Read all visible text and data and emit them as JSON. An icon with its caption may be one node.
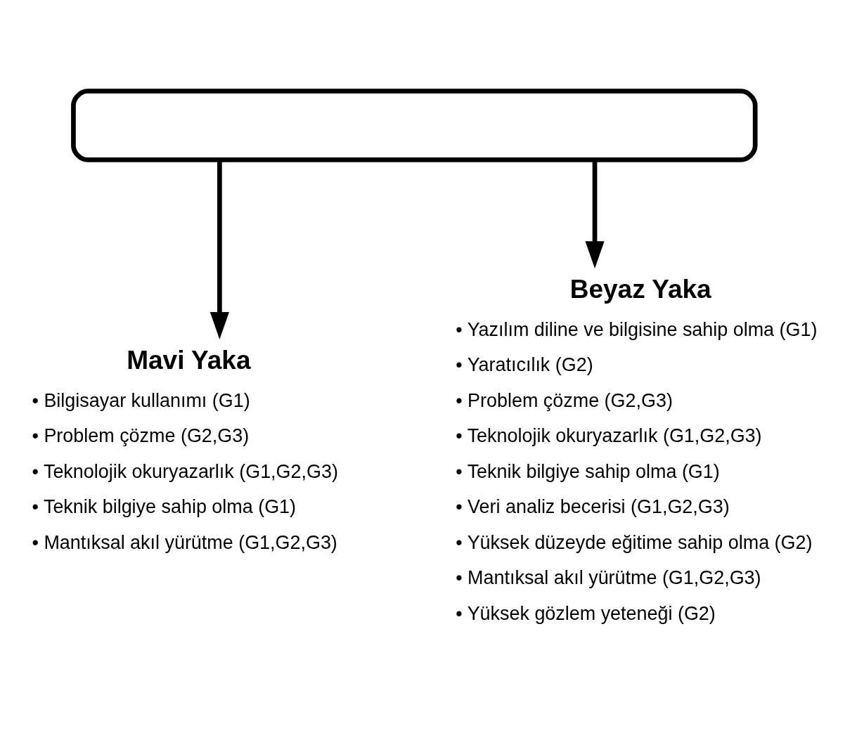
{
  "diagram": {
    "nodes": [
      {
        "text": [],
        "shape": "box"
      },
      {
        "text": [
          "Mavi Yaka",
          "• Bilgisayar kullanımı (G1)",
          "• Problem çözme (G2,G3)",
          "• Teknolojik okuryazarlık (G1,G2,G3)",
          "• Teknik bilgiye sahip olma (G1)",
          "• Mantıksal akıl yürütme (G1,G2,G3)"
        ]
      },
      {
        "text": [
          "Beyaz Yaka",
          "• Yazılım diline ve bilgisine sahip olma (G1)",
          "• Yaratıcılık (G2)",
          "• Problem çözme (G2,G3)",
          "• Teknolojik okuryazarlık (G1,G2,G3)",
          "• Teknik bilgiye sahip olma (G1)",
          "• Veri analiz becerisi (G1,G2,G3)",
          "• Yüksek düzeyde eğitime sahip olma (G2)",
          "• Mantıksal akıl yürütme (G1,G2,G3)",
          "• Yüksek gözlem yeteneği (G2)"
        ]
      }
    ],
    "edges": [
      {
        "from": 0,
        "to": 1,
        "arrow": "to"
      },
      {
        "from": 0,
        "to": 2,
        "arrow": "to"
      }
    ]
  }
}
